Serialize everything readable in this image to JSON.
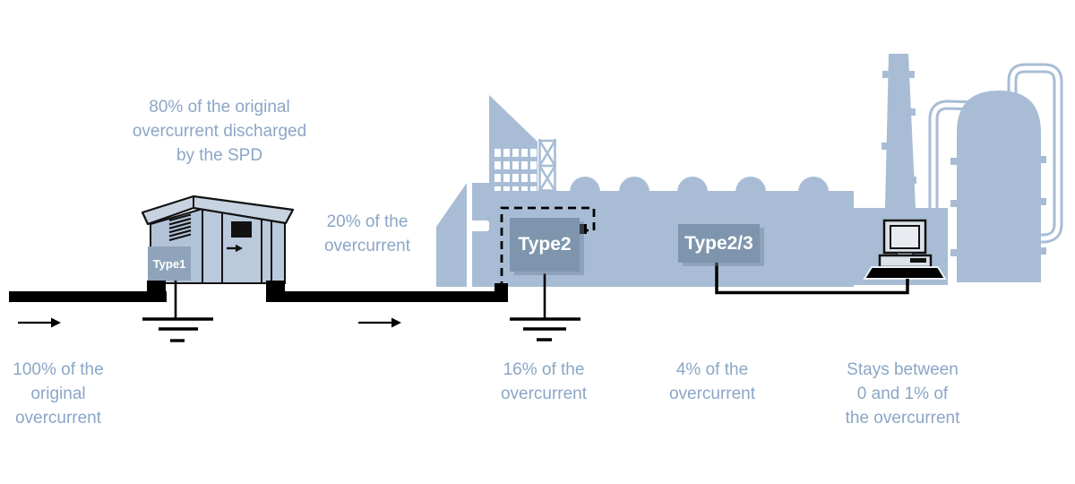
{
  "labels": {
    "discharged": "80% of the original\novercurrent discharged\nby the SPD",
    "after_type1": "20% of the\novercurrent",
    "incoming": "100% of the\noriginal\novercurrent",
    "after_type2": "16% of the\novercurrent",
    "after_type2_3": "4% of the\novercurrent",
    "final": "Stays between\n0 and 1% of\nthe overcurrent"
  },
  "devices": {
    "type1_label": "Type1",
    "type2_label": "Type2",
    "type2_3_label": "Type2/3"
  },
  "icons": {
    "substation": "substation-building-icon",
    "factory": "factory-silhouette-icon",
    "computer": "desktop-computer-icon",
    "ground": "earth-ground-icon",
    "flow_arrow": "→",
    "door_arrow": "→"
  },
  "colors": {
    "background": "#ffffff",
    "silhouette": "#a8bdd5",
    "text": "#8ba6c7",
    "spd_box": "#7e95ad",
    "type1_box": "#8fa4ba",
    "cable": "#000000"
  }
}
